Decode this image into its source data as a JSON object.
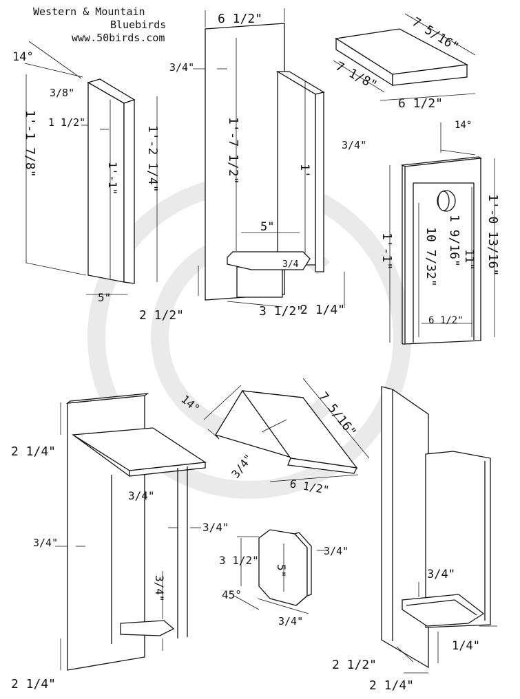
{
  "header": {
    "line1": "Western & Mountain",
    "line2": "Bluebirds",
    "line3": "www.50birds.com"
  },
  "watermark": {
    "color": "#d9d9d9"
  },
  "side_panel": {
    "angle": "14°",
    "bevel": "3/8\"",
    "offset": "1 1/2\"",
    "front_height": "1'-1 7/8\"",
    "back_height": "1'-2 1/4\"",
    "inner_height": "1'-1\"",
    "width": "5\""
  },
  "back_and_floor": {
    "top_width": "6 1/2\"",
    "thickness": "3/4\"",
    "back_height": "1'-7 1/2\"",
    "side_thickness": "3/4\"",
    "side_height": "1'",
    "floor_width": "5\"",
    "floor_label": "3/4",
    "bottom_left": "2 1/2\"",
    "floor_depth": "3 1/2\"",
    "bottom_right": "2 1/4\""
  },
  "roof_flat": {
    "depth": "7 5/16\"",
    "thickness": "7 1/8\"",
    "width": "6 1/2\""
  },
  "front_panel": {
    "angle": "14°",
    "left_height": "1'-1\"",
    "hole_diameter": "1 9/16\"",
    "hole_to_bottom": "10 7/32\"",
    "inner_height": "11\"",
    "right_height": "1'-0 13/16\"",
    "width": "6 1/2\""
  },
  "assembly_left": {
    "top": "2 1/4\"",
    "roof_thickness": "3/4\"",
    "wall_thickness": "3/4\"",
    "side_thickness": "3/4\"",
    "floor_thickness": "3/4\"",
    "bottom": "2 1/4\""
  },
  "roof_angled": {
    "angle": "14°",
    "depth": "7 5/16\"",
    "thickness": "3/4\"",
    "width": "6 1/2\""
  },
  "floor_piece": {
    "height": "3 1/2\"",
    "width": "5\"",
    "thickness": "3/4\"",
    "angle": "45°",
    "bottom": "3/4\""
  },
  "assembly_right": {
    "floor_thickness": "3/4\"",
    "bottom_left": "2 1/2\"",
    "bottom_right": "1/4\"",
    "bottom": "2 1/4\""
  }
}
